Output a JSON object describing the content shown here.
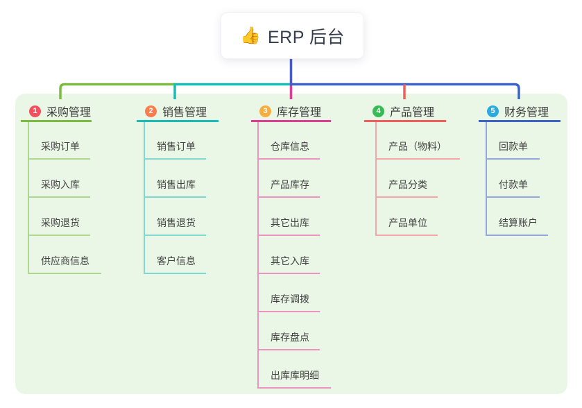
{
  "mindmap": {
    "panel_color": "#EBF7E6",
    "root": {
      "icon": "👍",
      "label": "ERP 后台",
      "connector_color": "#4A5AC8"
    },
    "branches": [
      {
        "number": "1",
        "label": "采购管理",
        "color": "#7CBB3F",
        "child_color": "#ACD78C",
        "badge_color": "#F4505E",
        "children": [
          "采购订单",
          "采购入库",
          "采购退货",
          "供应商信息"
        ]
      },
      {
        "number": "2",
        "label": "销售管理",
        "color": "#17BDB4",
        "child_color": "#7FD8CF",
        "badge_color": "#F97D4E",
        "children": [
          "销售订单",
          "销售出库",
          "销售退货",
          "客户信息"
        ]
      },
      {
        "number": "3",
        "label": "库存管理",
        "color": "#DD3E92",
        "child_color": "#EE93C1",
        "badge_color": "#F8AE3D",
        "children": [
          "仓库信息",
          "产品库存",
          "其它出库",
          "其它入库",
          "库存调拨",
          "库存盘点",
          "出库库明细"
        ]
      },
      {
        "number": "4",
        "label": "产品管理",
        "color": "#F25C5C",
        "child_color": "#F5A5A5",
        "badge_color": "#35BC55",
        "children": [
          "产品（物料）",
          "产品分类",
          "产品单位"
        ]
      },
      {
        "number": "5",
        "label": "财务管理",
        "color": "#3E63C8",
        "child_color": "#92A8DC",
        "badge_color": "#2BAADF",
        "children": [
          "回款单",
          "付款单",
          "结算账户"
        ]
      }
    ]
  }
}
